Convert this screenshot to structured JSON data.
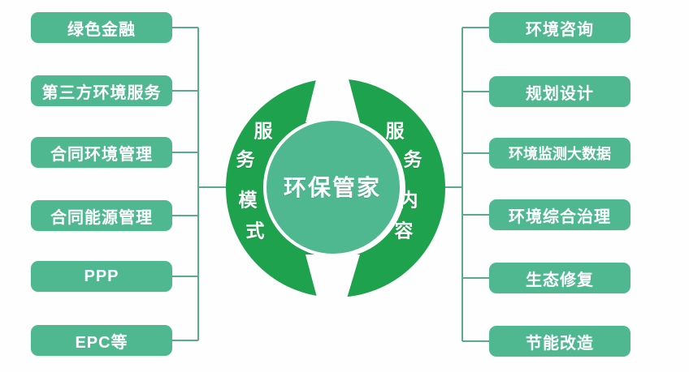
{
  "diagram": {
    "center": {
      "label": "环保管家"
    },
    "left_ring": {
      "label": "服务模式",
      "chars": [
        "服",
        "务",
        "模",
        "式"
      ]
    },
    "right_ring": {
      "label": "服务内容",
      "chars": [
        "服",
        "务",
        "内",
        "容"
      ]
    },
    "left_items": [
      "绿色金融",
      "第三方环境服务",
      "合同环境管理",
      "合同能源管理",
      "PPP",
      "EPC等"
    ],
    "right_items": [
      "环境咨询",
      "规划设计",
      "环境监测大数据",
      "环境综合治理",
      "生态修复",
      "节能改造"
    ],
    "colors": {
      "ring_green": "#1fa24d",
      "node_green": "#4fb890",
      "line_green": "#58ab8d",
      "text": "#ffffff",
      "background": "#fefefe"
    }
  }
}
